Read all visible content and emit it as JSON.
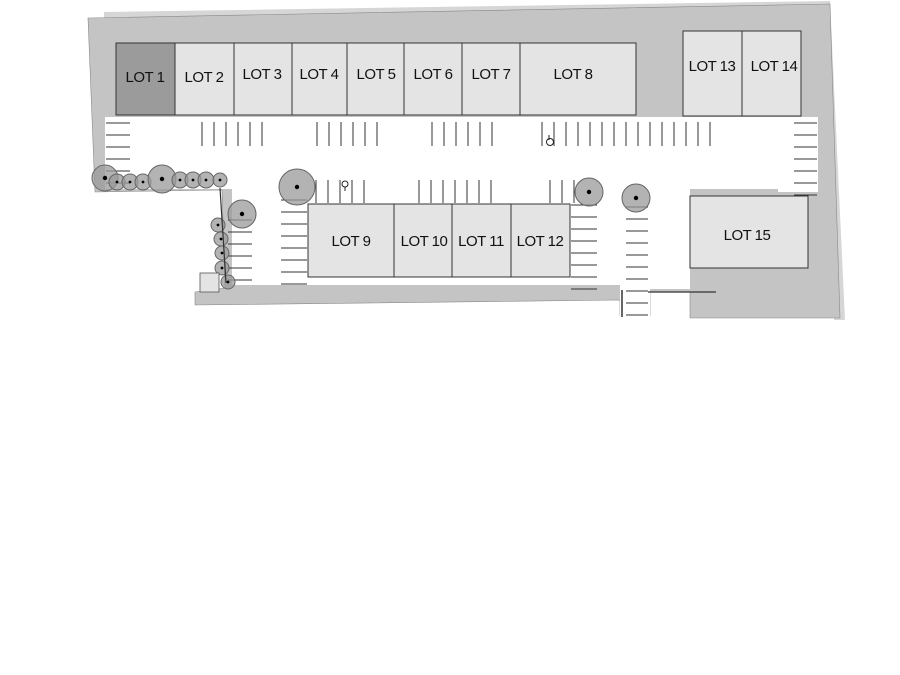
{
  "colors": {
    "site": "#c4c4c4",
    "site_edge": "#d6d6d6",
    "drive": "#ffffff",
    "lot_available": "#e4e4e4",
    "lot_selected": "#9b9b9b",
    "tree": "#9a9a9a"
  },
  "map": {
    "lots": [
      {
        "id": "lot-1",
        "label": "LOT 1",
        "status": "selected"
      },
      {
        "id": "lot-2",
        "label": "LOT 2",
        "status": "available"
      },
      {
        "id": "lot-3",
        "label": "LOT 3",
        "status": "available"
      },
      {
        "id": "lot-4",
        "label": "LOT 4",
        "status": "available"
      },
      {
        "id": "lot-5",
        "label": "LOT 5",
        "status": "available"
      },
      {
        "id": "lot-6",
        "label": "LOT 6",
        "status": "available"
      },
      {
        "id": "lot-7",
        "label": "LOT 7",
        "status": "available"
      },
      {
        "id": "lot-8",
        "label": "LOT 8",
        "status": "available"
      },
      {
        "id": "lot-9",
        "label": "LOT 9",
        "status": "available"
      },
      {
        "id": "lot-10",
        "label": "LOT 10",
        "status": "available"
      },
      {
        "id": "lot-11",
        "label": "LOT 11",
        "status": "available"
      },
      {
        "id": "lot-12",
        "label": "LOT 12",
        "status": "available"
      },
      {
        "id": "lot-13",
        "label": "LOT 13",
        "status": "available"
      },
      {
        "id": "lot-14",
        "label": "LOT 14",
        "status": "available"
      },
      {
        "id": "lot-15",
        "label": "LOT 15",
        "status": "available"
      }
    ],
    "icons": [
      "accessible-parking-icon",
      "tree-icon"
    ]
  }
}
